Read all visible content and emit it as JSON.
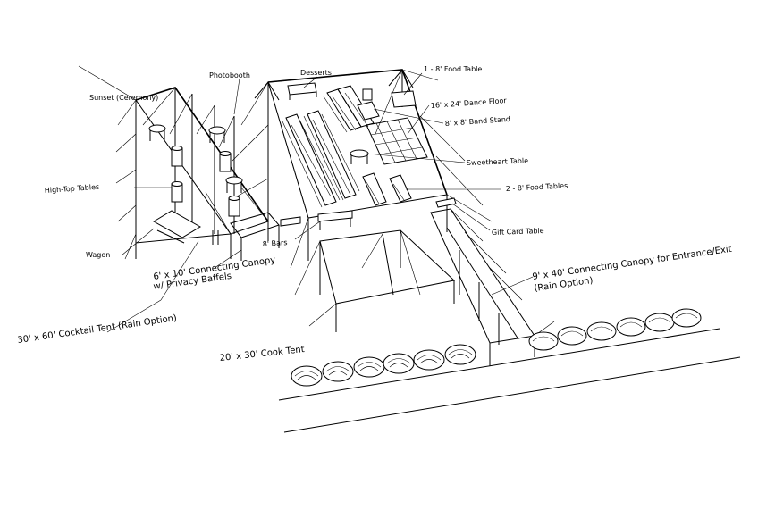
{
  "labels": {
    "sunset": "Sunset (Ceremony)",
    "photobooth": "Photobooth",
    "desserts": "Desserts",
    "food_table_1": "1 - 8' Food Table",
    "dance_floor": "16' x 24' Dance Floor",
    "band_stand": "8' x 8' Band Stand",
    "sweetheart": "Sweetheart Table",
    "food_tables_2": "2 - 8' Food Tables",
    "high_top": "High-Top Tables",
    "gift_card": "Gift Card Table",
    "wagon": "Wagon",
    "bars": "8' Bars",
    "connecting_canopy_a": "6' x 10' Connecting Canopy",
    "connecting_canopy_b": "w/ Privacy Baffels",
    "entrance_canopy_a": "9' x 40' Connecting Canopy for Entrance/Exit",
    "entrance_canopy_b": "(Rain Option)",
    "cocktail_tent": "30' x 60' Cocktail Tent (Rain Option)",
    "cook_tent": "20' x 30' Cook Tent"
  }
}
